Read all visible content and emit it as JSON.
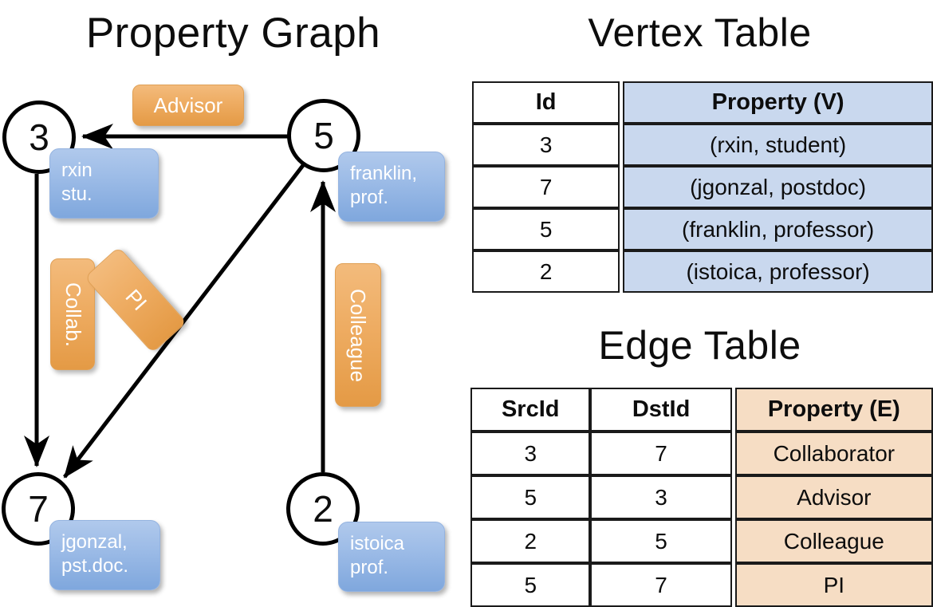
{
  "titles": {
    "property_graph": "Property Graph",
    "vertex_table": "Vertex Table",
    "edge_table": "Edge Table"
  },
  "graph": {
    "nodes": [
      {
        "id": "3",
        "name": "node-3",
        "property_lines": [
          "rxin",
          "stu."
        ]
      },
      {
        "id": "5",
        "name": "node-5",
        "property_lines": [
          "franklin,",
          "prof."
        ]
      },
      {
        "id": "7",
        "name": "node-7",
        "property_lines": [
          "jgonzal,",
          "pst.doc."
        ]
      },
      {
        "id": "2",
        "name": "node-2",
        "property_lines": [
          "istoica",
          "prof."
        ]
      }
    ],
    "property_boxes": [
      {
        "line1": "rxin",
        "line2": "stu."
      },
      {
        "line1": "franklin,",
        "line2": "prof."
      },
      {
        "line1": "jgonzal,",
        "line2": "pst.doc."
      },
      {
        "line1": "istoica",
        "line2": "prof."
      }
    ],
    "edge_labels": {
      "advisor": "Advisor",
      "collab": "Collab.",
      "colleague": "Colleague",
      "pi": "PI"
    },
    "edges": [
      {
        "src": "5",
        "dst": "3",
        "label": "Advisor"
      },
      {
        "src": "3",
        "dst": "7",
        "label": "Collab."
      },
      {
        "src": "5",
        "dst": "7",
        "label": "PI"
      },
      {
        "src": "2",
        "dst": "5",
        "label": "Colleague"
      }
    ]
  },
  "vertex_table": {
    "headers": [
      "Id",
      "Property (V)"
    ],
    "rows": [
      {
        "id": "3",
        "property": "(rxin, student)"
      },
      {
        "id": "7",
        "property": "(jgonzal, postdoc)"
      },
      {
        "id": "5",
        "property": "(franklin, professor)"
      },
      {
        "id": "2",
        "property": "(istoica, professor)"
      }
    ]
  },
  "edge_table": {
    "headers": [
      "SrcId",
      "DstId",
      "Property (E)"
    ],
    "rows": [
      {
        "src": "3",
        "dst": "7",
        "property": "Collaborator"
      },
      {
        "src": "5",
        "dst": "3",
        "property": "Advisor"
      },
      {
        "src": "2",
        "dst": "5",
        "property": "Colleague"
      },
      {
        "src": "5",
        "dst": "7",
        "property": "PI"
      }
    ]
  },
  "colors": {
    "vertex_property_fill": "#c9d8ee",
    "edge_property_fill": "#f6ddc4",
    "node_property_box": "#9dbce7",
    "edge_label_box": "#eeac62",
    "stroke": "#000000",
    "background": "#ffffff"
  }
}
